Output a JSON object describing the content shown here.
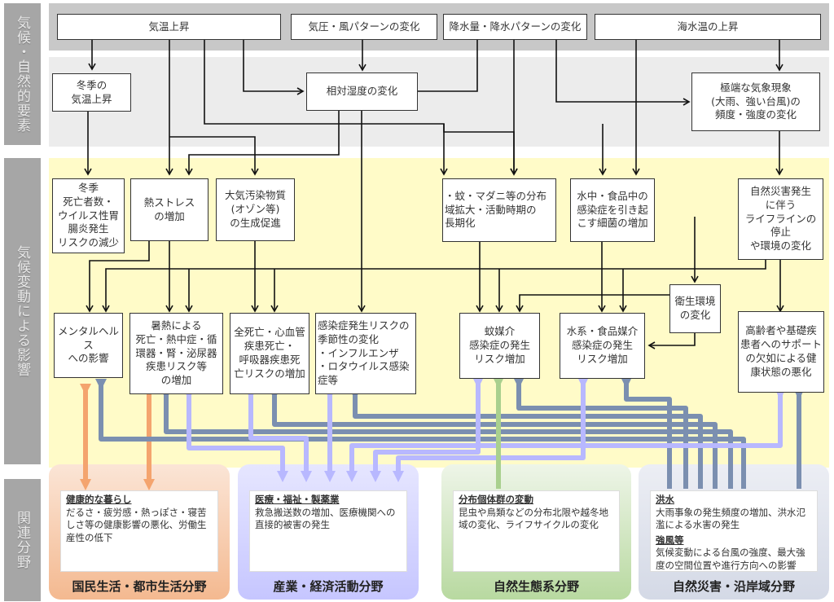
{
  "side_labels": {
    "climate_factors": "気候・自然的要素",
    "impacts": "気候変動による影響",
    "sectors": "関連分野"
  },
  "top_drivers": {
    "temp_rise": "気温上昇",
    "pressure_wind": "気圧・風パターンの変化",
    "precipitation": "降水量・降水パターンの変化",
    "sea_temp": "海水温の上昇"
  },
  "secondary_factors": {
    "winter_temp": "冬季の\n気温上昇",
    "humidity": "相対湿度の変化",
    "extreme_weather": "極端な気象現象\n(大雨、強い台風)の\n頻度・強度の変化"
  },
  "intermediate_effects": {
    "winter_mortality": "冬季\n死亡者数・\nウイルス性胃\n腸炎発生\nリスクの減少",
    "heat_stress": "熱ストレス\nの増加",
    "air_pollution": "大気汚染物質\n(オゾン等)\nの生成促進",
    "vectors": "・蚊・マダニ等の分布\n域拡大・活動時期の\n長期化",
    "bacteria": "水中・食品中の\n感染症を引き起\nこす細菌の増加",
    "disaster_lifeline": "自然災害発生\nに伴う\nライフラインの停止\nや環境の変化",
    "sanitation": "衛生環境\nの変化"
  },
  "health_impacts": {
    "mental_health": "メンタルヘルス\nへの影響",
    "heat_illness": "暑熱による\n死亡・熱中症・循\n環器・腎・泌尿器\n疾患リスク等\nの増加",
    "cardio_resp": "全死亡・心血管\n疾患死亡・\n呼吸器疾患死\n亡リスクの増加",
    "seasonality": "感染症発生リスクの\n季節性の変化\n・インフルエンザ\n・ロタウイルス感染\n症等",
    "mosquito_borne": "蚊媒介\n感染症の発生\nリスク増加",
    "water_food_borne": "水系・食品媒介\n感染症の発生\nリスク増加",
    "elderly": "高齢者や基礎疾\n患者へのサポート\nの欠如による健\n康状態の悪化"
  },
  "sectors": [
    {
      "name": "国民生活・都市生活分野",
      "items": [
        {
          "heading": "健康的な暮らし",
          "text": "だるさ・疲労感・熱っぽさ・寝苦しさ等の健康影響の悪化、労働生産性の低下"
        }
      ],
      "color": "#f4b183"
    },
    {
      "name": "産業・経済活動分野",
      "items": [
        {
          "heading": "医療・福祉・製薬業",
          "text": "救急搬送数の増加、医療機関への直接的被害の発生"
        }
      ],
      "color": "#b4b4ff"
    },
    {
      "name": "自然生態系分野",
      "items": [
        {
          "heading": "分布個体群の変動",
          "text": "昆虫や鳥類などの分布北限や越冬地域の変化、ライフサイクルの変化"
        }
      ],
      "color": "#a9d08e"
    },
    {
      "name": "自然災害・沿岸域分野",
      "items": [
        {
          "heading": "洪水",
          "text": "大雨事象の発生頻度の増加、洪水氾濫による水害の発生"
        },
        {
          "heading": "強風等",
          "text": "気候変動による台風の強度、最大強度の空間位置や進行方向への影響"
        }
      ],
      "color": "#8497b0"
    }
  ],
  "colors": {
    "climate_band": "#c8c8c8",
    "factor_band": "#ececec",
    "impact_band": "#fffbc8",
    "orange_arrow": "#f4a46e",
    "purple_arrow": "#b0b0ff",
    "green_arrow": "#a9d08e",
    "slate_arrow": "#7b8fb0"
  }
}
